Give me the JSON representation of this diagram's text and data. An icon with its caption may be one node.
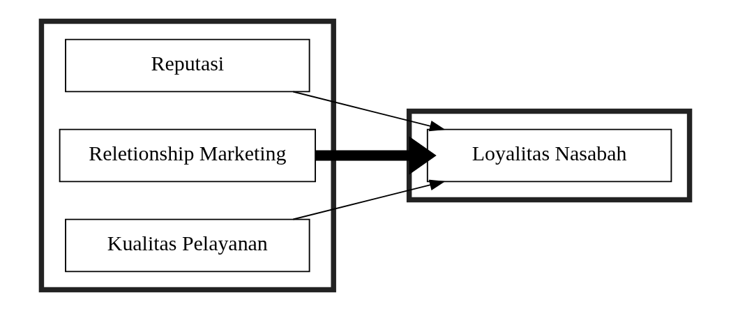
{
  "diagram": {
    "nodes": [
      {
        "text": [],
        "shape": "box"
      },
      {
        "text": [
          "Reputasi"
        ],
        "in": 0
      },
      {
        "text": [
          "Reletionship Marketing"
        ],
        "in": 0
      },
      {
        "text": [
          "Kualitas Pelayanan"
        ],
        "in": 0
      },
      {
        "text": [],
        "shape": "box"
      },
      {
        "text": [
          "Loyalitas Nasabah"
        ],
        "in": 4
      }
    ],
    "edges": [
      {
        "from": 1,
        "to": 5,
        "arrow": "to"
      },
      {
        "from": 2,
        "to": 5,
        "arrow": "to",
        "style": "thick"
      },
      {
        "from": 3,
        "to": 5,
        "arrow": "to"
      }
    ]
  }
}
